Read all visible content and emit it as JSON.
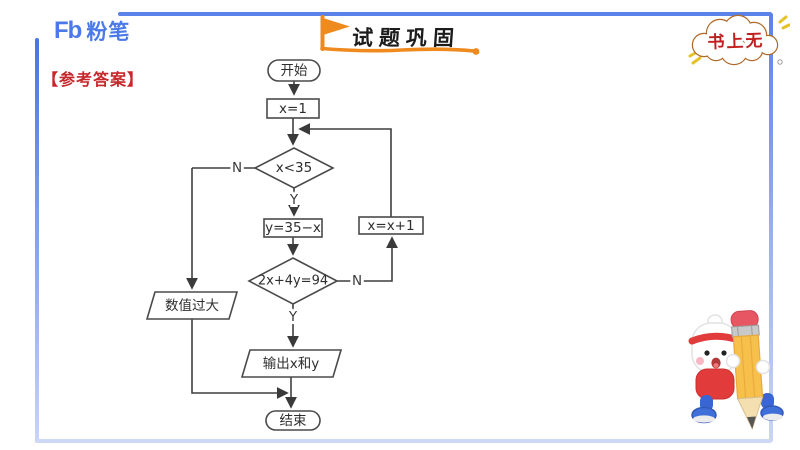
{
  "logo": {
    "symbol": "Fb",
    "name": "粉笔"
  },
  "header": {
    "title": "试题巩固",
    "badge": "书上无"
  },
  "answer_label": "【参考答案】",
  "colors": {
    "accent_blue": "#5b82e8",
    "accent_orange": "#ef8a1f",
    "badge_red": "#c02020",
    "answer_red": "#c5272b",
    "flow_line_gray": "#3f3f3f"
  },
  "flowchart": {
    "nodes": {
      "start": "开始",
      "init": "x=1",
      "cond1": "x<35",
      "assign": "y=35−x",
      "cond2": "2x+4y=94",
      "increment": "x=x+1",
      "too_large": "数值过大",
      "output": "输出x和y",
      "end": "结束"
    },
    "labels": {
      "no1": "N",
      "yes1": "Y",
      "no2": "N",
      "yes2": "Y"
    },
    "edges": [
      {
        "from": "开始",
        "to": "x=1"
      },
      {
        "from": "x=1",
        "to": "x<35"
      },
      {
        "from": "x<35",
        "label": "Y",
        "to": "y=35−x"
      },
      {
        "from": "x<35",
        "label": "N",
        "to": "数值过大"
      },
      {
        "from": "y=35−x",
        "to": "2x+4y=94"
      },
      {
        "from": "2x+4y=94",
        "label": "Y",
        "to": "输出x和y"
      },
      {
        "from": "2x+4y=94",
        "label": "N",
        "to": "x=x+1"
      },
      {
        "from": "x=x+1",
        "to": "x<35"
      },
      {
        "from": "输出x和y",
        "to": "结束"
      },
      {
        "from": "数值过大",
        "to": "结束"
      }
    ]
  }
}
